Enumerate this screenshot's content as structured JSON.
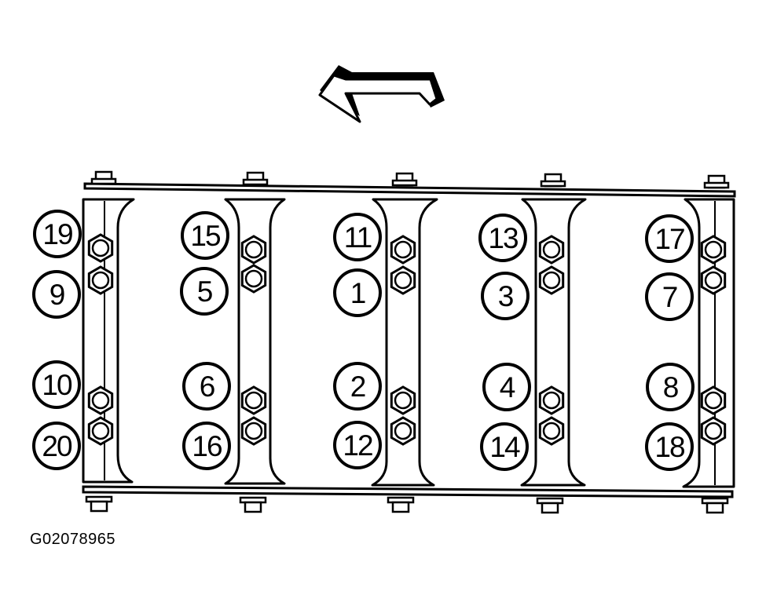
{
  "figure_id": "G02078965",
  "colors": {
    "ink": "#000000",
    "paper": "#ffffff"
  },
  "sequence_labels": {
    "col1": [
      "19",
      "9",
      "10",
      "20"
    ],
    "col2": [
      "15",
      "5",
      "6",
      "16"
    ],
    "col3": [
      "11",
      "1",
      "2",
      "12"
    ],
    "col4": [
      "13",
      "3",
      "4",
      "14"
    ],
    "col5": [
      "17",
      "7",
      "8",
      "18"
    ]
  }
}
